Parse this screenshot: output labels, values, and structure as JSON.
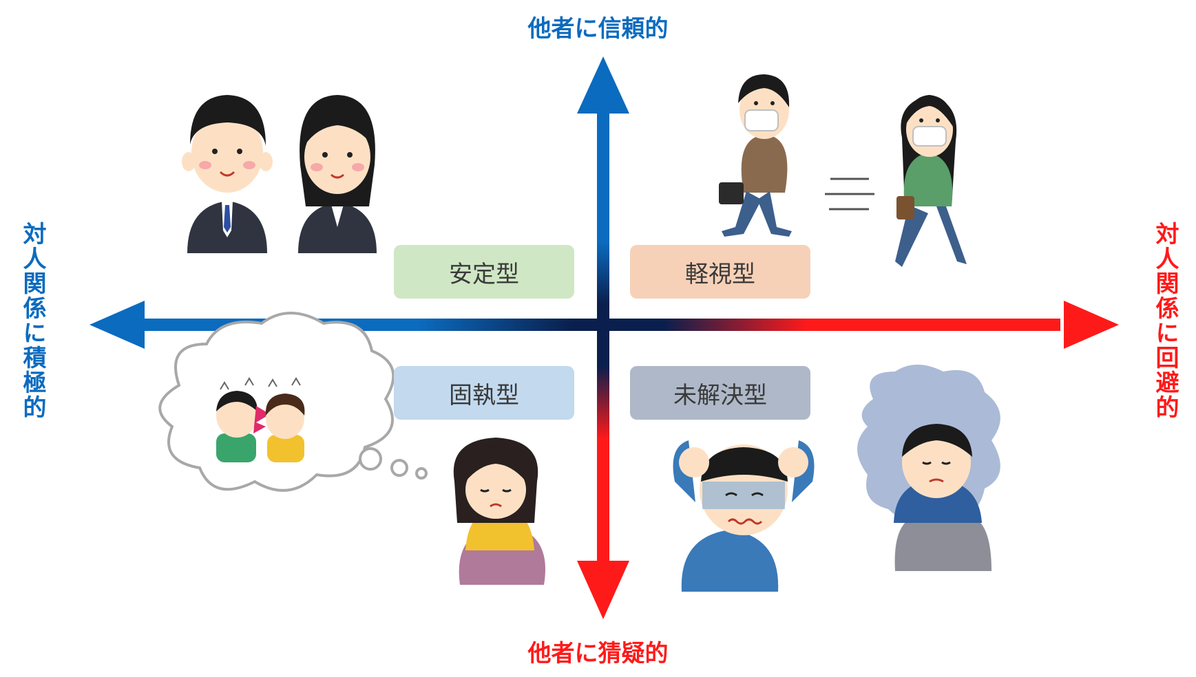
{
  "axes": {
    "top": "他者に信頼的",
    "bottom": "他者に猜疑的",
    "left": "対人関係に積極的",
    "right": "対人関係に回避的"
  },
  "quadrants": {
    "top_left": "安定型",
    "top_right": "軽視型",
    "bottom_left": "固執型",
    "bottom_right": "未解決型"
  },
  "colors": {
    "trust_blue": "#0b6bbf",
    "suspicion_red": "#ff1a1a",
    "center_navy": "#0a1f4d",
    "stable_box": "#cfe7c4",
    "dismissive_box": "#f6d1b8",
    "preoccupied_box": "#c2d9ee",
    "unresolved_box": "#aeb8c8"
  }
}
